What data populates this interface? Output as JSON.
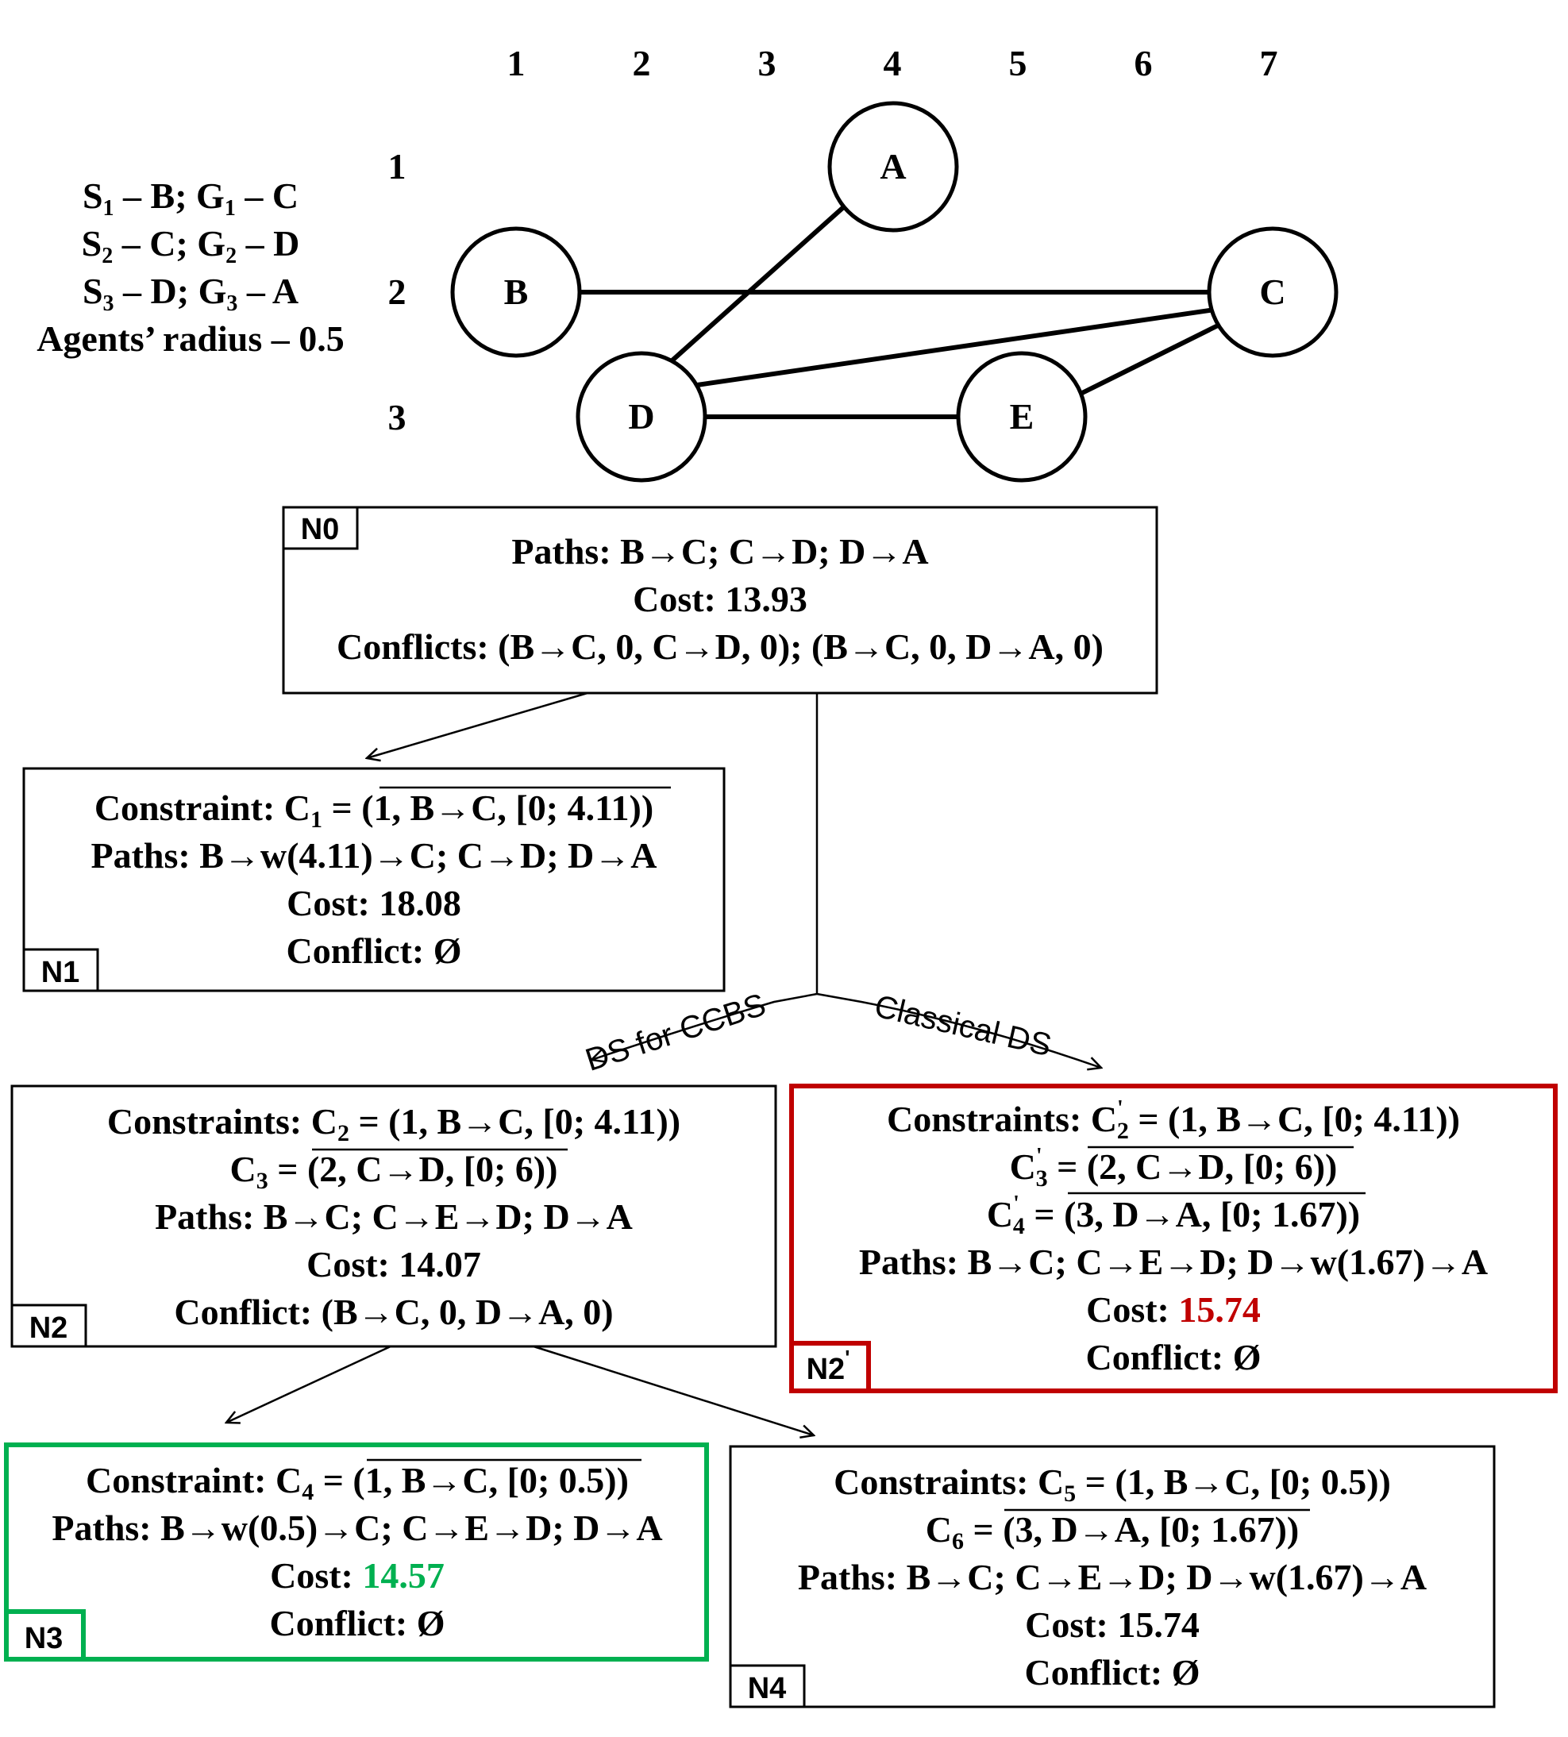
{
  "grid": {
    "columns": [
      "1",
      "2",
      "3",
      "4",
      "5",
      "6",
      "7"
    ],
    "rows": [
      "1",
      "2",
      "3"
    ]
  },
  "legend": {
    "lines": [
      {
        "s": "S",
        "s_sub": "1",
        "mid": " – B; G",
        "g_sub": "1",
        "end": " – C"
      },
      {
        "s": "S",
        "s_sub": "2",
        "mid": " – C; G",
        "g_sub": "2",
        "end": " – D"
      },
      {
        "s": "S",
        "s_sub": "3",
        "mid": " – D; G",
        "g_sub": "3",
        "end": " – A"
      }
    ],
    "radius": "Agents’ radius – 0.5"
  },
  "graph_nodes": [
    "A",
    "B",
    "C",
    "D",
    "E"
  ],
  "edge_labels": {
    "left": "DS for CCBS",
    "right": "Classical DS"
  },
  "boxes": {
    "N0": {
      "tag": "N0",
      "paths": "Paths: B→C; C→D; D→A",
      "cost": "Cost: 13.93",
      "conflicts": "Conflicts: (B→C, 0, C→D, 0); (B→C, 0, D→A, 0)"
    },
    "N1": {
      "tag": "N1",
      "constraint_label": "Constraint: C",
      "constraint_sub": "1",
      "constraint_eq": " = (",
      "constraint_over": "1, B→C, [0; 4.11))",
      "paths": "Paths: B→w(4.11)→C; C→D; D→A",
      "cost": "Cost: 18.08",
      "conflict": "Conflict: Ø"
    },
    "N2": {
      "tag": "N2",
      "c2_label": "Constraints: C",
      "c2_sub": "2",
      "c2_rest": " = (1, B→C, [0; 4.11))",
      "c3_label": "C",
      "c3_sub": "3",
      "c3_eq": " = (",
      "c3_over": "2, C→D, [0; 6))",
      "paths": "Paths: B→C; C→E→D; D→A",
      "cost": "Cost: 14.07",
      "conflict": "Conflict: (B→C, 0, D→A, 0)"
    },
    "N2p": {
      "tag": "N2",
      "tag_sup": "'",
      "c2_label": "Constraints: C",
      "c2_sup": "'",
      "c2_sub": "2",
      "c2_rest": " = (1, B→C, [0; 4.11))",
      "c3_label": "C",
      "c3_sup": "'",
      "c3_sub": "3",
      "c3_eq": " = (",
      "c3_over": "2, C→D, [0; 6))",
      "c4_label": "C",
      "c4_sup": "'",
      "c4_sub": "4",
      "c4_eq": " = (",
      "c4_over": "3, D→A, [0; 1.67))",
      "paths": "Paths: B→C; C→E→D; D→w(1.67)→A",
      "cost_label": "Cost: ",
      "cost_value": "15.74",
      "conflict": "Conflict: Ø"
    },
    "N3": {
      "tag": "N3",
      "constraint_label": "Constraint: C",
      "constraint_sub": "4",
      "constraint_eq": " = (",
      "constraint_over": "1, B→C, [0; 0.5))",
      "paths": "Paths: B→w(0.5)→C; C→E→D; D→A",
      "cost_label": "Cost: ",
      "cost_value": "14.57",
      "conflict": "Conflict: Ø"
    },
    "N4": {
      "tag": "N4",
      "c5_label": "Constraints: C",
      "c5_sub": "5",
      "c5_rest": " = (1, B→C, [0; 0.5))",
      "c6_label": "C",
      "c6_sub": "6",
      "c6_eq": " = (",
      "c6_over": "3, D→A, [0; 1.67))",
      "paths": "Paths: B→C; C→E→D; D→w(1.67)→A",
      "cost": "Cost: 15.74",
      "conflict": "Conflict: Ø"
    }
  },
  "colors": {
    "red": "#c00000",
    "green": "#00b050",
    "black": "#000000"
  }
}
